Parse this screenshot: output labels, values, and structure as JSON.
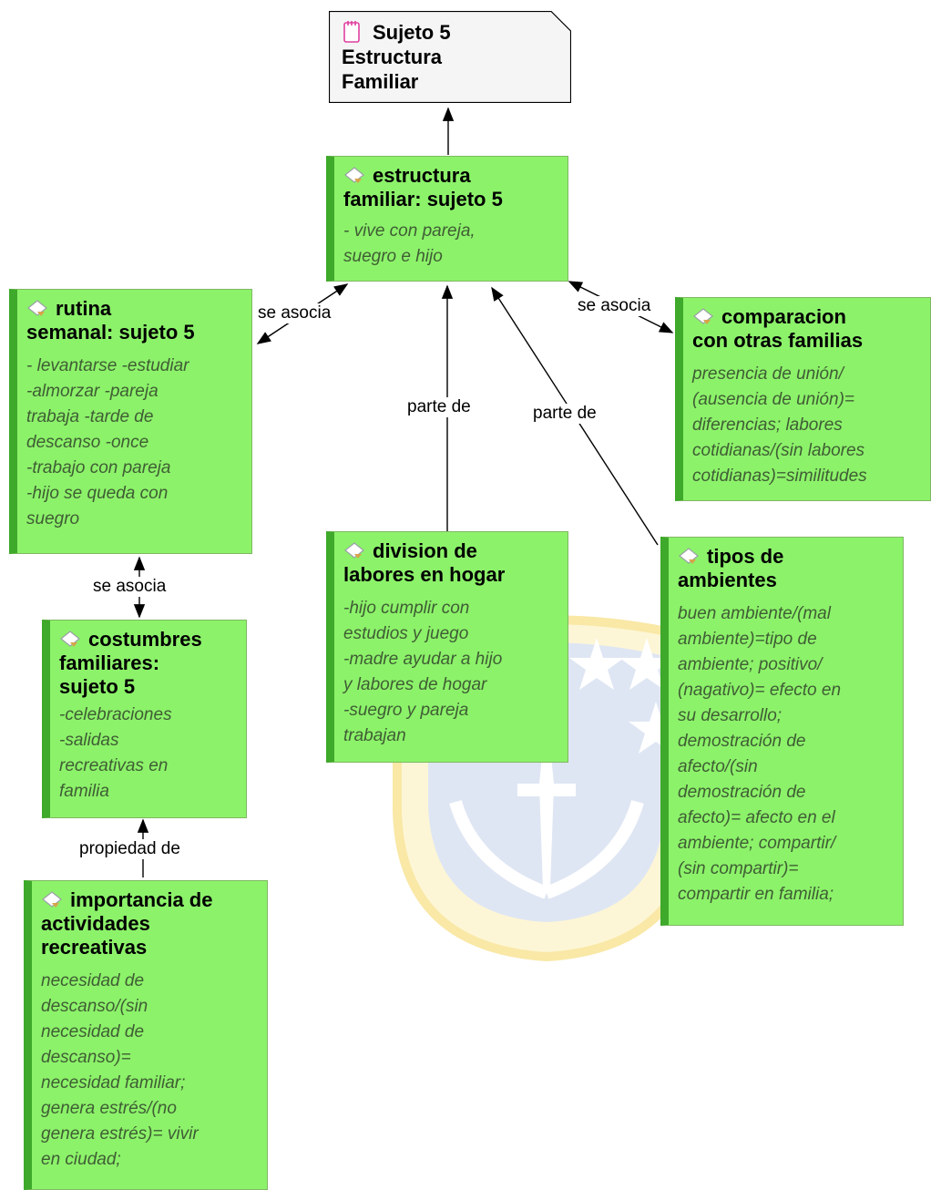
{
  "document": {
    "title": "Sujeto 5\nEstructura\nFamiliar"
  },
  "nodes": {
    "estructura": {
      "title": "estructura\nfamiliar: sujeto 5",
      "body": "- vive con pareja,\nsuegro e hijo"
    },
    "rutina": {
      "title": "rutina\nsemanal: sujeto 5",
      "body": "- levantarse -estudiar\n-almorzar -pareja\ntrabaja -tarde de\ndescanso -once\n-trabajo con pareja\n-hijo se queda con\nsuegro"
    },
    "comparacion": {
      "title": "comparacion\ncon otras familias",
      "body": "presencia de unión/\n(ausencia de unión)=\ndiferencias;  labores\ncotidianas/(sin labores\ncotidianas)=similitudes"
    },
    "costumbres": {
      "title": "costumbres\nfamiliares:\nsujeto 5",
      "body": "-celebraciones\n-salidas\nrecreativas en\nfamilia"
    },
    "division": {
      "title": "division de\nlabores en hogar",
      "body": "-hijo cumplir con\nestudios y juego\n-madre ayudar a hijo\ny labores de hogar\n-suegro y pareja\ntrabajan"
    },
    "tipos": {
      "title": "tipos de\nambientes",
      "body": "buen ambiente/(mal\nambiente)=tipo de\nambiente;  positivo/\n(nagativo)= efecto en\nsu desarrollo;\ndemostración de\nafecto/(sin\ndemostración de\nafecto)= afecto en el\nambiente;  compartir/\n(sin compartir)=\ncompartir en familia;"
    },
    "importancia": {
      "title": "importancia de\nactividades\nrecreativas",
      "body": "necesidad de\ndescanso/(sin\nnecesidad de\ndescanso)=\nnecesidad familiar;\ngenera estrés/(no\ngenera estrés)= vivir\nen ciudad;"
    }
  },
  "edge_labels": {
    "rutina_estructura": "se asocia",
    "estructura_comparacion": "se asocia",
    "division_estructura": "parte de",
    "tipos_estructura": "parte de",
    "rutina_costumbres": "se asocia",
    "importancia_costumbres": "propiedad de"
  },
  "icons": {
    "code_icon": "diamond-code-icon",
    "doc_icon": "document-icon"
  },
  "colors": {
    "node_fill": "#8cf26a",
    "node_stripe": "#3ea92a",
    "body_text": "#3f5d34",
    "watermark_blue": "#dbe3f1",
    "watermark_yellow": "#fbf1c4"
  }
}
